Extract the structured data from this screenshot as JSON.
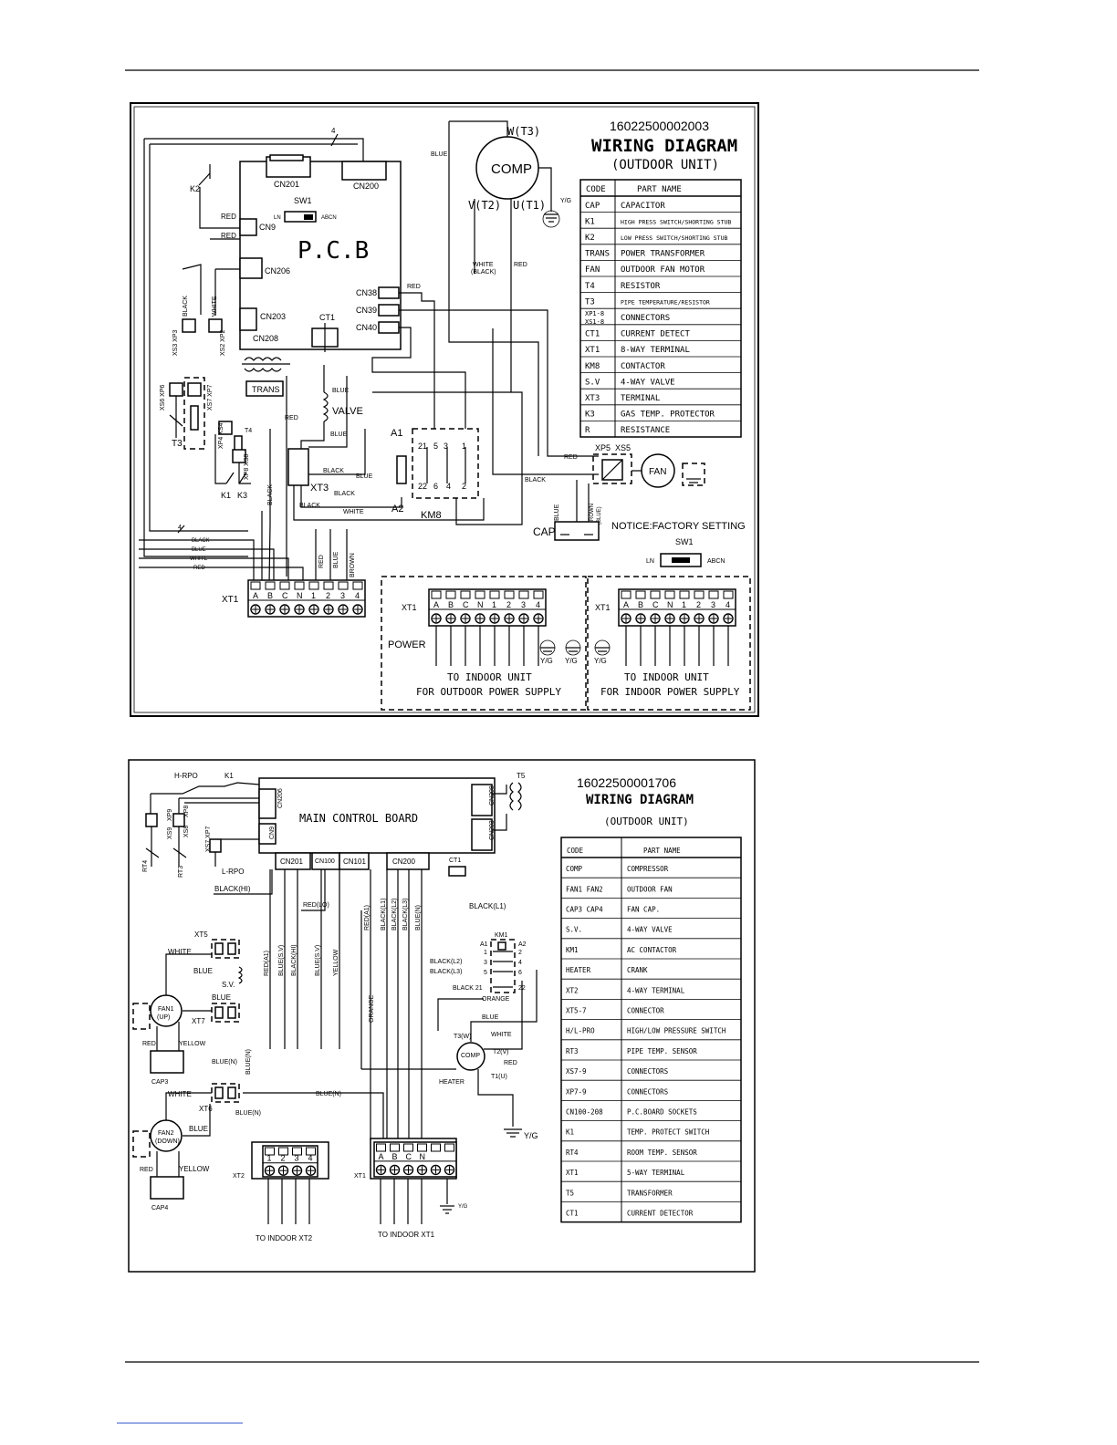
{
  "page": {
    "footer_link": ""
  },
  "diagram1": {
    "number": "16022500002003",
    "title": "WIRING DIAGRAM",
    "subtitle": "(OUTDOOR UNIT)",
    "comp": {
      "label": "COMP",
      "w": "W(T3)",
      "v": "V(T2)",
      "u": "U(T1)",
      "yg": "Y/G"
    },
    "pcb": {
      "label": "P.C.B",
      "cn201": "CN201",
      "cn200": "CN200",
      "cn9": "CN9",
      "cn206": "CN206",
      "cn203": "CN203",
      "cn208": "CN208",
      "cn38": "CN38",
      "cn39": "CN39",
      "cn40": "CN40",
      "ct1": "CT1",
      "sw1": "SW1",
      "ln": "LN",
      "abcn": "ABCN"
    },
    "labels": {
      "k2": "K2",
      "k1": "K1",
      "k3": "K3",
      "t3": "T3",
      "t4": "T4",
      "trans": "TRANS",
      "valve": "VALVE",
      "xt3": "XT3",
      "a1": "A1",
      "a2": "A2",
      "km8": "KM8",
      "xp5": "XP5",
      "xs5": "XS5",
      "fan": "FAN",
      "cap": "CAP",
      "xt1": "XT1",
      "power": "POWER",
      "xs3xp3": "XS3 XP3",
      "xs2xp2": "XS2 XP2",
      "xs6xp6": "XS6 XP6",
      "xs7xp7": "XS7 XP7",
      "xp4xs4": "XP4 XS4",
      "xp8xs8": "XP8 XS8",
      "four": "4"
    },
    "wire_colors": {
      "blue": "BLUE",
      "red": "RED",
      "black": "BLACK",
      "white": "WHITE",
      "white_black": "WHITE",
      "white_black2": "(BLACK)",
      "brown": "BROWN",
      "brown_blue": "BROWN",
      "brown_blue2": "(BLUE)"
    },
    "terminals": [
      "A",
      "B",
      "C",
      "N",
      "1",
      "2",
      "3",
      "4"
    ],
    "notice": "NOTICE:FACTORY SETTING",
    "sw1": "SW1",
    "ln": "LN",
    "abcn": "ABCN",
    "to_indoor_unit": "TO INDOOR UNIT",
    "for_outdoor": "FOR OUTDOOR POWER SUPPLY",
    "for_indoor": "FOR INDOOR POWER SUPPLY",
    "table_header": [
      "CODE",
      "PART NAME"
    ],
    "table_rows": [
      [
        "CAP",
        "CAPACITOR"
      ],
      [
        "K1",
        "HIGH PRESS SWITCH/SHORTING STUB"
      ],
      [
        "K2",
        "LOW PRESS SWITCH/SHORTING STUB"
      ],
      [
        "TRANS",
        "POWER TRANSFORMER"
      ],
      [
        "FAN",
        "OUTDOOR FAN MOTOR"
      ],
      [
        "T4",
        "RESISTOR"
      ],
      [
        "T3",
        "PIPE TEMPERATURE/RESISTOR"
      ],
      [
        "XP1-8 XS1-8",
        "CONNECTORS"
      ],
      [
        "CT1",
        "CURRENT DETECT"
      ],
      [
        "XT1",
        "8-WAY TERMINAL"
      ],
      [
        "KM8",
        "CONTACTOR"
      ],
      [
        "S.V",
        "4-WAY VALVE"
      ],
      [
        "XT3",
        "TERMINAL"
      ],
      [
        "K3",
        "GAS TEMP. PROTECTOR"
      ],
      [
        "R",
        "RESISTANCE"
      ]
    ]
  },
  "diagram2": {
    "number": "16022500001706",
    "title": "WIRING DIAGRAM",
    "subtitle": "(OUTDOOR UNIT)",
    "board": "MAIN CONTROL BOARD",
    "sockets": {
      "cn206": "CN206",
      "cn9": "CN9",
      "cn201": "CN201",
      "cn100": "CN100",
      "cn101": "CN101",
      "cn200": "CN200",
      "cn208": "CN208",
      "cn203": "CN203",
      "ct1": "CT1",
      "t5": "T5"
    },
    "labels": {
      "hrpo": "H-RPO",
      "k1": "K1",
      "lrpo": "L-RPO",
      "rt4": "RT4",
      "rt3": "RT3",
      "xp9": "XP9",
      "xs9": "XS9",
      "xp8": "XP8",
      "xs8": "XS8",
      "xs7xp7": "XS7 XP7",
      "xt5": "XT5",
      "xt6": "XT6",
      "xt7": "XT7",
      "sv": "S.V.",
      "fan1": "FAN1",
      "fan1b": "(UP)",
      "fan2": "FAN2",
      "fan2b": "(DOWN)",
      "cap3": "CAP3",
      "cap4": "CAP4",
      "km1": "KM1",
      "a1": "A1",
      "a2": "A2",
      "comp": "COMP",
      "t3w": "T3(W)",
      "t2v": "T2(V)",
      "t1u": "T1(U)",
      "heater": "HEATER",
      "yg": "Y/G",
      "xt2": "XT2",
      "xt1": "XT1",
      "to_indoor_xt2": "TO   INDOOR XT2",
      "to_indoor_xt1": "TO   INDOOR XT1"
    },
    "wires": {
      "black_hi": "BLACK(HI)",
      "red_lo": "RED(LO)",
      "white": "WHITE",
      "blue": "BLUE",
      "red_a1": "RED(A1)",
      "blue_sv": "BLUE(S.V)",
      "black_hi2": "BLACK(HI)",
      "blue_sv2": "BLUE(S.V)",
      "yellow": "YELLOW",
      "red_a1b": "RED(A1)",
      "orange": "ORANGE",
      "black_l1": "BLACK(L1)",
      "black_l2": "BLACK(L2)",
      "black_l3": "BLACK(L3)",
      "blue_n": "BLUE(N)",
      "black_l1b": "BLACK(L1)",
      "black_l2b": "BLACK(L2)",
      "black_l3b": "BLACK(L3)",
      "black21": "BLACK 21",
      "orange2": "ORANGE",
      "blue2": "BLUE",
      "white2": "WHITE",
      "red": "RED",
      "blue_n2": "BLUE(N)",
      "blue_n3": "BLUE(N)",
      "blue_n4": "BLUE(N)",
      "blue_n5": "BLUE(N)",
      "red2": "RED",
      "yellow2": "YELLOW",
      "white3": "WHITE",
      "blue3": "BLUE",
      "red3": "RED",
      "yellow3": "YELLOW"
    },
    "xt2_terms": [
      "1",
      "2",
      "3",
      "4"
    ],
    "xt1_terms": [
      "A",
      "B",
      "C",
      "N"
    ],
    "km_contacts": [
      "1",
      "2",
      "3",
      "4",
      "5",
      "6",
      "22"
    ],
    "table_header": [
      "CODE",
      "PART NAME"
    ],
    "table_rows": [
      [
        "COMP",
        "COMPRESSOR"
      ],
      [
        "FAN1 FAN2",
        "OUTDOOR FAN"
      ],
      [
        "CAP3 CAP4",
        "FAN CAP."
      ],
      [
        "S.V.",
        "4-WAY VALVE"
      ],
      [
        "KM1",
        "AC CONTACTOR"
      ],
      [
        "HEATER",
        "CRANK"
      ],
      [
        "XT2",
        "4-WAY TERMINAL"
      ],
      [
        "XT5-7",
        "CONNECTOR"
      ],
      [
        "H/L-PRO",
        "HIGH/LOW PRESSURE SWITCH"
      ],
      [
        "RT3",
        "PIPE TEMP. SENSOR"
      ],
      [
        "XS7-9",
        "CONNECTORS"
      ],
      [
        "XP7-9",
        "CONNECTORS"
      ],
      [
        "CN100-208",
        "P.C.BOARD SOCKETS"
      ],
      [
        "K1",
        "TEMP. PROTECT SWITCH"
      ],
      [
        "RT4",
        "ROOM TEMP. SENSOR"
      ],
      [
        "XT1",
        "5-WAY TERMINAL"
      ],
      [
        "T5",
        "TRANSFORMER"
      ],
      [
        "CT1",
        "CURRENT DETECTOR"
      ]
    ]
  }
}
